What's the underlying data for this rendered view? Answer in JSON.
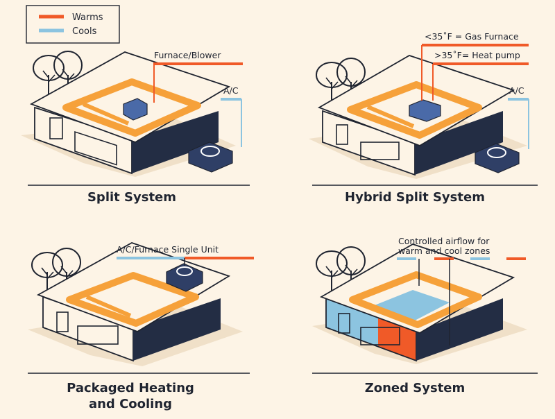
{
  "legend": {
    "items": [
      {
        "label": "Warms",
        "color": "#f05a28"
      },
      {
        "label": "Cools",
        "color": "#8cc4e0"
      }
    ]
  },
  "colors": {
    "warm": "#f05a28",
    "cool": "#8cc4e0",
    "duct": "#f6a13a",
    "dark": "#232d44",
    "background": "#fdf4e6",
    "shadow": "#f0e0c8"
  },
  "panels": {
    "split": {
      "title": "Split System",
      "labels": {
        "furnace": "Furnace/Blower",
        "ac": "A/C"
      }
    },
    "hybrid": {
      "title": "Hybrid Split System",
      "labels": {
        "gas": "<35˚F = Gas Furnace",
        "heatpump": ">35˚F= Heat pump",
        "ac": "A/C"
      }
    },
    "packaged": {
      "title_line1": "Packaged Heating",
      "title_line2": "and Cooling",
      "labels": {
        "unit": "A/C/Furnace Single Unit"
      }
    },
    "zoned": {
      "title": "Zoned System",
      "labels": {
        "line1": "Controlled airflow for",
        "line2": "warm and cool zones"
      }
    }
  }
}
